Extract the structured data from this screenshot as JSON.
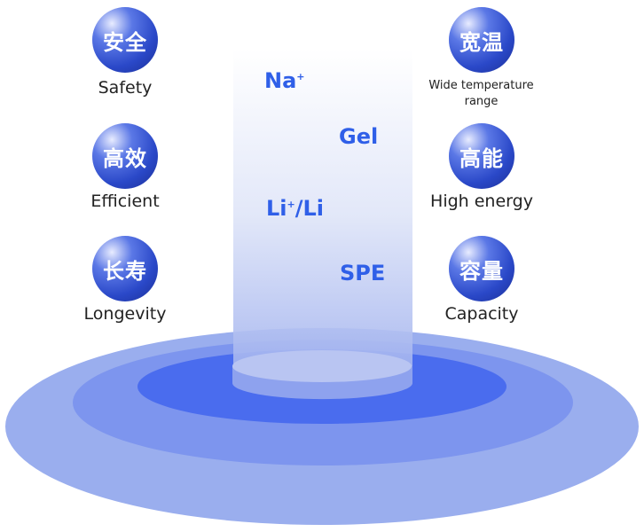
{
  "left_items": [
    {
      "zh": "安全",
      "en": "Safety"
    },
    {
      "zh": "高效",
      "en": "Efficient"
    },
    {
      "zh": "长寿",
      "en": "Longevity"
    }
  ],
  "right_items": [
    {
      "zh": "宽温",
      "en": "Wide temperature range"
    },
    {
      "zh": "高能",
      "en": "High energy"
    },
    {
      "zh": "容量",
      "en": "Capacity"
    }
  ],
  "center": {
    "na": "Na",
    "na_sup": "+",
    "gel": "Gel",
    "li": "Li",
    "li_sup": "+",
    "li_rest": "/Li",
    "spe": "SPE"
  },
  "colors": {
    "accent": "#2f5fe8",
    "outer": "#a4b4ef",
    "middle": "#7e96ee",
    "inner": "#4a6bee"
  }
}
